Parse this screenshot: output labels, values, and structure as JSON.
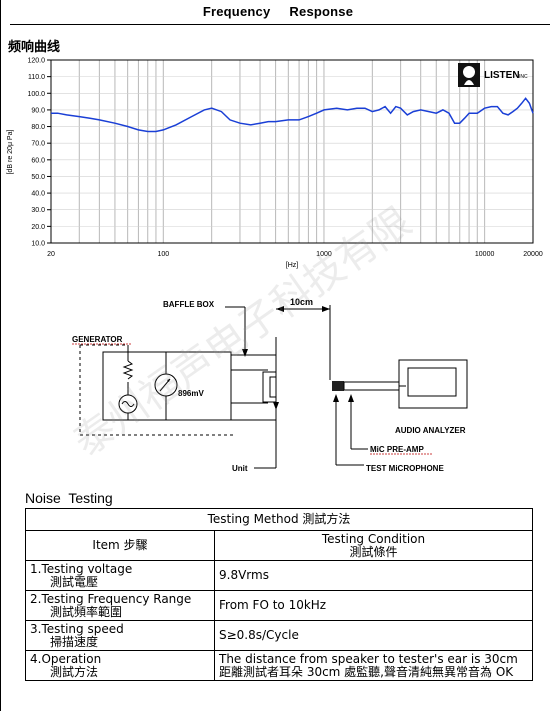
{
  "header": {
    "title": "Frequency     Response"
  },
  "section": {
    "cn_title": "频响曲线"
  },
  "chart_data": {
    "type": "line",
    "title": "",
    "xlabel": "[Hz]",
    "ylabel": "[dB re 20μ Pa]",
    "xscale": "log",
    "xlim": [
      20,
      20000
    ],
    "ylim": [
      10,
      120
    ],
    "x_ticks": [
      "20",
      "100",
      "1000",
      "10000",
      "20000"
    ],
    "y_ticks": [
      "120.0",
      "110.0",
      "100.0",
      "90.0",
      "80.0",
      "70.0",
      "60.0",
      "50.0",
      "40.0",
      "30.0",
      "20.0",
      "10.0"
    ],
    "grid": true,
    "series": [
      {
        "x": [
          20,
          22,
          25,
          30,
          35,
          40,
          50,
          60,
          70,
          80,
          90,
          100,
          120,
          150,
          180,
          200,
          230,
          260,
          300,
          350,
          400,
          450,
          500,
          600,
          700,
          800,
          900,
          1000,
          1200,
          1400,
          1600,
          1800,
          2000,
          2200,
          2400,
          2600,
          2800,
          3000,
          3300,
          3600,
          4000,
          4500,
          5000,
          5500,
          6000,
          6500,
          7000,
          7500,
          8000,
          9000,
          10000,
          11000,
          12000,
          13000,
          14000,
          15000,
          16000,
          17000,
          18000,
          19000,
          20000
        ],
        "y": [
          88,
          88,
          87,
          86,
          85,
          84,
          82,
          80,
          78,
          77,
          77,
          78,
          81,
          86,
          90,
          91,
          89,
          84,
          82,
          81,
          82,
          83,
          83,
          84,
          84,
          86,
          88,
          90,
          91,
          90,
          91,
          91,
          89,
          90,
          92,
          88,
          92,
          91,
          87,
          89,
          90,
          89,
          88,
          90,
          88,
          82,
          82,
          85,
          88,
          88,
          91,
          92,
          92,
          88,
          87,
          89,
          91,
          94,
          97,
          94,
          88
        ]
      }
    ],
    "logo_text": "LISTEN",
    "logo_sub": "INC"
  },
  "diagram": {
    "generator_label": "GENERATOR",
    "voltage_label": "896mV",
    "baffle_label": "BAFFLE BOX",
    "distance_label": "10cm",
    "unit_label": "Unit",
    "analyzer_label": "AUDIO ANALYZER",
    "preamp_label": "MiC PRE-AMP",
    "mic_label": "TEST MiCROPHONE"
  },
  "noise": {
    "title": "Noise  Testing",
    "method_header": "Testing Method 測試方法",
    "item_header": "Item 步驟",
    "condition_header_1": "Testing Condition",
    "condition_header_2": "測試條件",
    "rows": [
      {
        "item_en": "1.Testing  voltage",
        "item_cn": "測試電壓",
        "condition_1": "9.8Vrms",
        "condition_2": ""
      },
      {
        "item_en": "2.Testing Frequency Range",
        "item_cn": "測試頻率範圍",
        "condition_1": "From FO to 10kHz",
        "condition_2": ""
      },
      {
        "item_en": "3.Testing speed",
        "item_cn": "掃描速度",
        "condition_1": "S≥0.8s/Cycle",
        "condition_2": ""
      },
      {
        "item_en": "4.Operation",
        "item_cn": "測試方法",
        "condition_1": "The distance from speaker to tester's ear is 30cm",
        "condition_2": "距離測試者耳朵 30cm 處監聽,聲音清純無異常音為 OK"
      }
    ]
  },
  "watermark": {
    "text": "泰州福声电子科技有限"
  }
}
